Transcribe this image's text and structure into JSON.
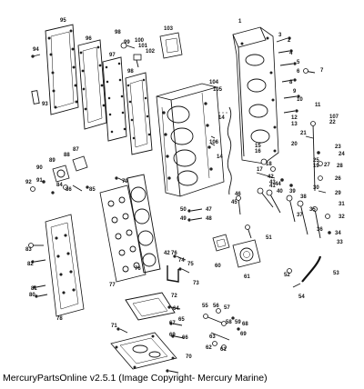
{
  "caption": "MercuryPartsOnline v2.5.1 (Image Copyright- Mercury Marine)",
  "callouts": [
    "1",
    "2",
    "3",
    "4",
    "5",
    "6",
    "7",
    "8",
    "9",
    "10",
    "11",
    "12",
    "13",
    "14",
    "15",
    "16",
    "17",
    "18",
    "19",
    "20",
    "21",
    "22",
    "23",
    "24",
    "25",
    "26",
    "27",
    "28",
    "29",
    "30",
    "31",
    "32",
    "33",
    "34",
    "35",
    "36",
    "37",
    "38",
    "39",
    "40",
    "41",
    "42",
    "43",
    "44",
    "45",
    "46",
    "47",
    "48",
    "49",
    "50",
    "51",
    "52",
    "53",
    "54",
    "55",
    "56",
    "57",
    "58",
    "59",
    "60",
    "61",
    "62",
    "63",
    "64",
    "65",
    "66",
    "67",
    "68",
    "69",
    "70",
    "71",
    "72",
    "73",
    "74",
    "75",
    "76",
    "77",
    "78",
    "79",
    "80",
    "81",
    "82",
    "83",
    "84",
    "85",
    "86",
    "87",
    "88",
    "89",
    "90",
    "91",
    "92",
    "93",
    "94",
    "95",
    "96",
    "97",
    "98",
    "99",
    "100",
    "101",
    "102",
    "103",
    "104",
    "105",
    "106",
    "107"
  ]
}
